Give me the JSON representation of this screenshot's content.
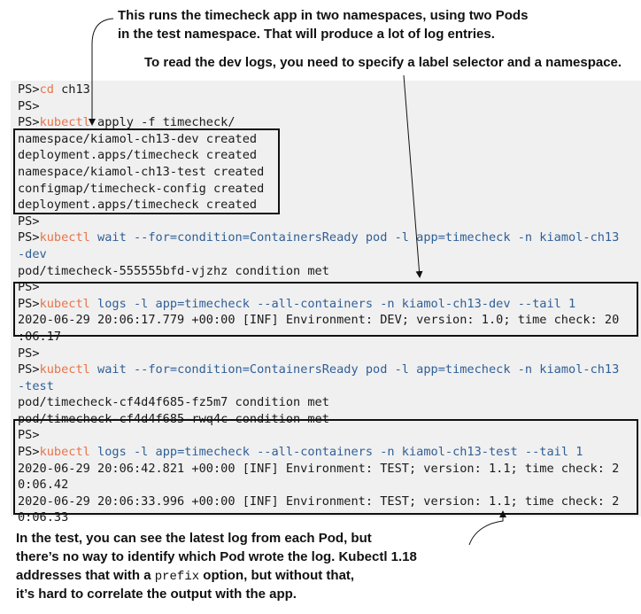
{
  "annotations": {
    "top_line1": "This runs the timecheck app in two namespaces, using two Pods",
    "top_line2": "in the test namespace. That will produce a lot of log entries.",
    "dev_logs_note": "To read the dev logs, you need to specify a label selector and a namespace.",
    "bottom_line1": "In the test, you can see the latest log from each Pod, but",
    "bottom_line2": "there’s no way to identify which Pod wrote the log. Kubectl 1.18",
    "bottom_line3_pre": "addresses that with a ",
    "bottom_line3_code": "prefix",
    "bottom_line3_post": " option, but without that,",
    "bottom_line4": "it’s hard to correlate the output with the app."
  },
  "terminal": {
    "lines": [
      {
        "prompt": "PS>",
        "cmd": "cd",
        "args": "",
        "rest": " ch13"
      },
      {
        "prompt": "PS>",
        "cmd": "",
        "args": "",
        "rest": ""
      },
      {
        "prompt": "PS>",
        "cmd": "kubectl",
        "args": "",
        "rest": " apply -f timecheck/"
      },
      {
        "prompt": "",
        "cmd": "",
        "args": "",
        "rest": "namespace/kiamol-ch13-dev created"
      },
      {
        "prompt": "",
        "cmd": "",
        "args": "",
        "rest": "deployment.apps/timecheck created"
      },
      {
        "prompt": "",
        "cmd": "",
        "args": "",
        "rest": "namespace/kiamol-ch13-test created"
      },
      {
        "prompt": "",
        "cmd": "",
        "args": "",
        "rest": "configmap/timecheck-config created"
      },
      {
        "prompt": "",
        "cmd": "",
        "args": "",
        "rest": "deployment.apps/timecheck created"
      },
      {
        "prompt": "PS>",
        "cmd": "",
        "args": "",
        "rest": ""
      },
      {
        "prompt": "PS>",
        "cmd": "kubectl",
        "args": " wait --for=condition=ContainersReady pod -l app=timecheck -n kiamol-ch13",
        "rest": ""
      },
      {
        "prompt": "",
        "cmd": "",
        "args": "-dev",
        "rest": ""
      },
      {
        "prompt": "",
        "cmd": "",
        "args": "",
        "rest": "pod/timecheck-555555bfd-vjzhz condition met"
      },
      {
        "prompt": "PS>",
        "cmd": "",
        "args": "",
        "rest": ""
      },
      {
        "prompt": "PS>",
        "cmd": "kubectl",
        "args": " logs -l app=timecheck --all-containers -n kiamol-ch13-dev --tail 1",
        "rest": ""
      },
      {
        "prompt": "",
        "cmd": "",
        "args": "",
        "rest": "2020-06-29 20:06:17.779 +00:00 [INF] Environment: DEV; version: 1.0; time check: 20"
      },
      {
        "prompt": "",
        "cmd": "",
        "args": "",
        "rest": ":06.17"
      },
      {
        "prompt": "PS>",
        "cmd": "",
        "args": "",
        "rest": ""
      },
      {
        "prompt": "PS>",
        "cmd": "kubectl",
        "args": " wait --for=condition=ContainersReady pod -l app=timecheck -n kiamol-ch13",
        "rest": ""
      },
      {
        "prompt": "",
        "cmd": "",
        "args": "-test",
        "rest": ""
      },
      {
        "prompt": "",
        "cmd": "",
        "args": "",
        "rest": "pod/timecheck-cf4d4f685-fz5m7 condition met"
      },
      {
        "prompt": "",
        "cmd": "",
        "args": "",
        "rest": "pod/timecheck-cf4d4f685-rwq4c condition met"
      },
      {
        "prompt": "PS>",
        "cmd": "",
        "args": "",
        "rest": ""
      },
      {
        "prompt": "PS>",
        "cmd": "kubectl",
        "args": " logs -l app=timecheck --all-containers -n kiamol-ch13-test --tail 1",
        "rest": ""
      },
      {
        "prompt": "",
        "cmd": "",
        "args": "",
        "rest": "2020-06-29 20:06:42.821 +00:00 [INF] Environment: TEST; version: 1.1; time check: 2"
      },
      {
        "prompt": "",
        "cmd": "",
        "args": "",
        "rest": "0:06.42"
      },
      {
        "prompt": "",
        "cmd": "",
        "args": "",
        "rest": "2020-06-29 20:06:33.996 +00:00 [INF] Environment: TEST; version: 1.1; time check: 2"
      },
      {
        "prompt": "",
        "cmd": "",
        "args": "",
        "rest": "0:06.33"
      }
    ]
  },
  "colors": {
    "terminal_bg": "#f0f0f0",
    "command": "#e8744a",
    "argument": "#2f5f97",
    "text": "#1a1a1a"
  }
}
